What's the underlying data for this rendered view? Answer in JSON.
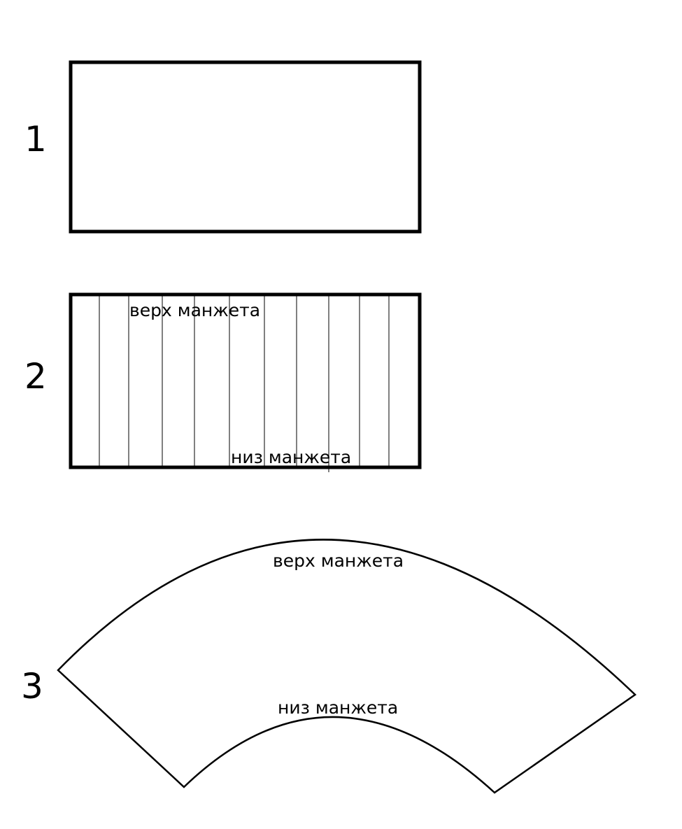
{
  "figures": [
    {
      "number": "1"
    },
    {
      "number": "2",
      "top_label": "верх манжета",
      "bottom_label": "низ манжета",
      "slash_lines": 10
    },
    {
      "number": "3",
      "top_label": "верх манжета",
      "bottom_label": "низ манжета"
    }
  ],
  "colors": {
    "stroke": "#000000",
    "background": "#ffffff"
  }
}
